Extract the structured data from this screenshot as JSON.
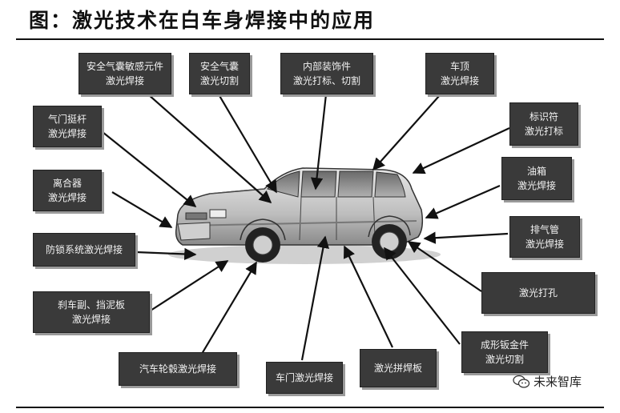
{
  "title": "图：激光技术在白车身焊接中的应用",
  "labels": {
    "airbag_sensor": [
      "安全气囊敏感元件",
      "激光焊接"
    ],
    "airbag_cut": [
      "安全气囊",
      "激光切割"
    ],
    "interior": [
      "内部装饰件",
      "激光打标、切割"
    ],
    "roof": [
      "车顶",
      "激光焊接"
    ],
    "strut": [
      "气门挺杆",
      "激光焊接"
    ],
    "logo_mark": [
      "标识符",
      "激光打标"
    ],
    "clutch": [
      "离合器",
      "激光焊接"
    ],
    "fuel_tank": [
      "油箱",
      "激光焊接"
    ],
    "exhaust": [
      "排气管",
      "激光焊接"
    ],
    "abs": [
      "防锁系统激光焊接"
    ],
    "drilling": [
      "激光打孔"
    ],
    "brake_fender": [
      "刹车副、挡泥板",
      "激光焊接"
    ],
    "sheet_metal": [
      "成形钣金件",
      "激光切割"
    ],
    "wheel_hub": [
      "汽车轮毂激光焊接"
    ],
    "door": [
      "车门激光焊接"
    ],
    "tailored_blank": [
      "激光拼焊板"
    ]
  },
  "watermark": "未来智库"
}
